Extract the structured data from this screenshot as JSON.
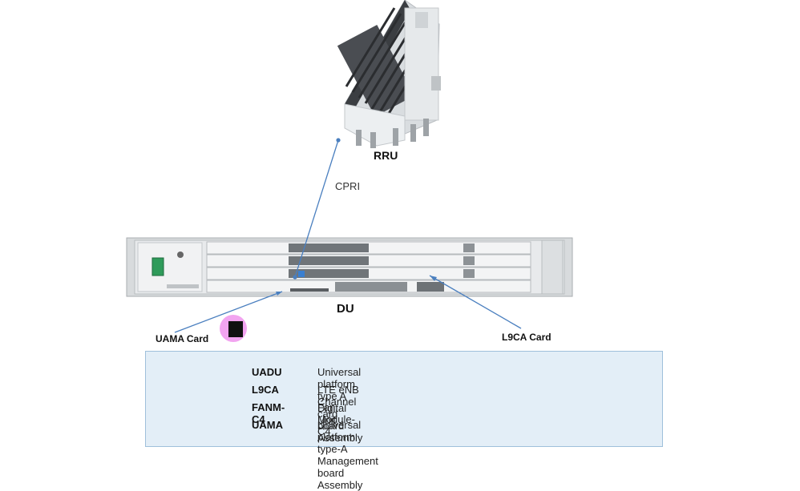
{
  "labels": {
    "rru": "RRU",
    "cpri": "CPRI",
    "du": "DU",
    "uama_card": "UAMA Card",
    "l9ca_card": "L9CA Card"
  },
  "legend": [
    {
      "abbr": "UADU",
      "desc": "Universal platform type A Digital Unit"
    },
    {
      "abbr": "L9CA",
      "desc": "LTE eNB Channel card board Assembly"
    },
    {
      "abbr": "FANM-C4",
      "desc": "Fan Module-C4"
    },
    {
      "abbr": "UAMA",
      "desc": "Universal platform type-A Management board Assembly"
    }
  ],
  "colors": {
    "connector": "#4a7fbf",
    "legend_bg": "#e3eef7",
    "legend_border": "#9fc0db",
    "pointer": "#f2a4f0"
  }
}
